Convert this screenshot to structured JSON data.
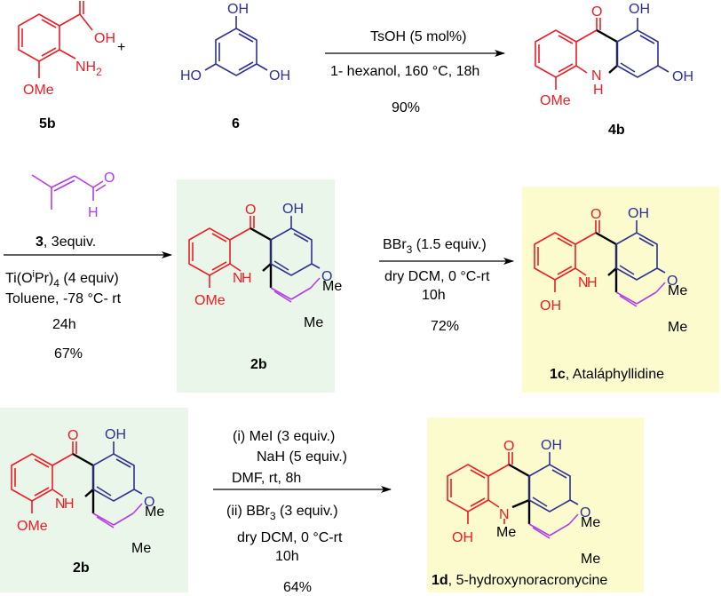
{
  "colors": {
    "red": "#ee1c25",
    "blue": "#2e3192",
    "purple": "#b23ce6",
    "green_bg": "#eaf6ea",
    "yellow_bg": "#fbfbce",
    "black": "#000000"
  },
  "reaction1": {
    "reactant_a": {
      "label": "5b",
      "cooh": "OH",
      "nh2": "NH",
      "nh2_sub": "2",
      "ome": "OMe"
    },
    "plus": "+",
    "reactant_b": {
      "label": "6",
      "oh_top": "OH",
      "oh_left": "HO",
      "oh_right": "OH"
    },
    "reagent": "TsOH (5 mol%)",
    "conditions": "1- hexanol, 160 °C, 18h",
    "yield": "90%",
    "product": {
      "label": "4b",
      "o": "O",
      "oh1": "OH",
      "oh2": "OH",
      "nh": "N",
      "h": "H",
      "ome": "OMe"
    }
  },
  "reaction2": {
    "reagent_struct": {
      "o": "O",
      "h": "H"
    },
    "reagent_label": "3",
    "reagent_equiv": ", 3equiv.",
    "cat_a": "Ti(O",
    "cat_sup": "i",
    "cat_b": "Pr)",
    "cat_sub": "4",
    "cat_c": " (4 equiv)",
    "solvent": "Toluene, -78 °C- rt",
    "time": "24h",
    "yield": "67%",
    "product": {
      "label": "2b",
      "o": "O",
      "oh": "OH",
      "nh": "N",
      "h": "H",
      "ome": "OMe",
      "ring_o": "O",
      "me1": "Me",
      "me2": "Me"
    }
  },
  "reaction3": {
    "reagent_a": "BBr",
    "reagent_sub": "3",
    "reagent_b": " (1.5 equiv.)",
    "conditions": "dry DCM, 0 °C-rt",
    "time": "10h",
    "yield": "72%",
    "product": {
      "label": "1c",
      "name": ", Ataláphyllidine",
      "o": "O",
      "oh": "OH",
      "nh": "N",
      "h": "H",
      "oh_bottom": "OH",
      "ring_o": "O",
      "me1": "Me",
      "me2": "Me"
    }
  },
  "reaction4": {
    "start": {
      "label": "2b",
      "o": "O",
      "oh": "OH",
      "nh": "N",
      "h": "H",
      "ome": "OMe",
      "ring_o": "O",
      "me1": "Me",
      "me2": "Me"
    },
    "step1": "(i) MeI (3 equiv.)",
    "step1b": "NaH (5 equiv.)",
    "step1c": "DMF, rt, 8h",
    "step2_a": "(ii) BBr",
    "step2_sub": "3",
    "step2_b": " (3 equiv.)",
    "step2c": "dry DCM, 0 °C-rt",
    "time": "10h",
    "yield": "64%",
    "product": {
      "label": "1d",
      "name": ", 5-hydroxynoracronycine",
      "o": "O",
      "oh": "OH",
      "n": "N",
      "me_n": "Me",
      "oh_bottom": "OH",
      "ring_o": "O",
      "me1": "Me",
      "me2": "Me"
    }
  }
}
